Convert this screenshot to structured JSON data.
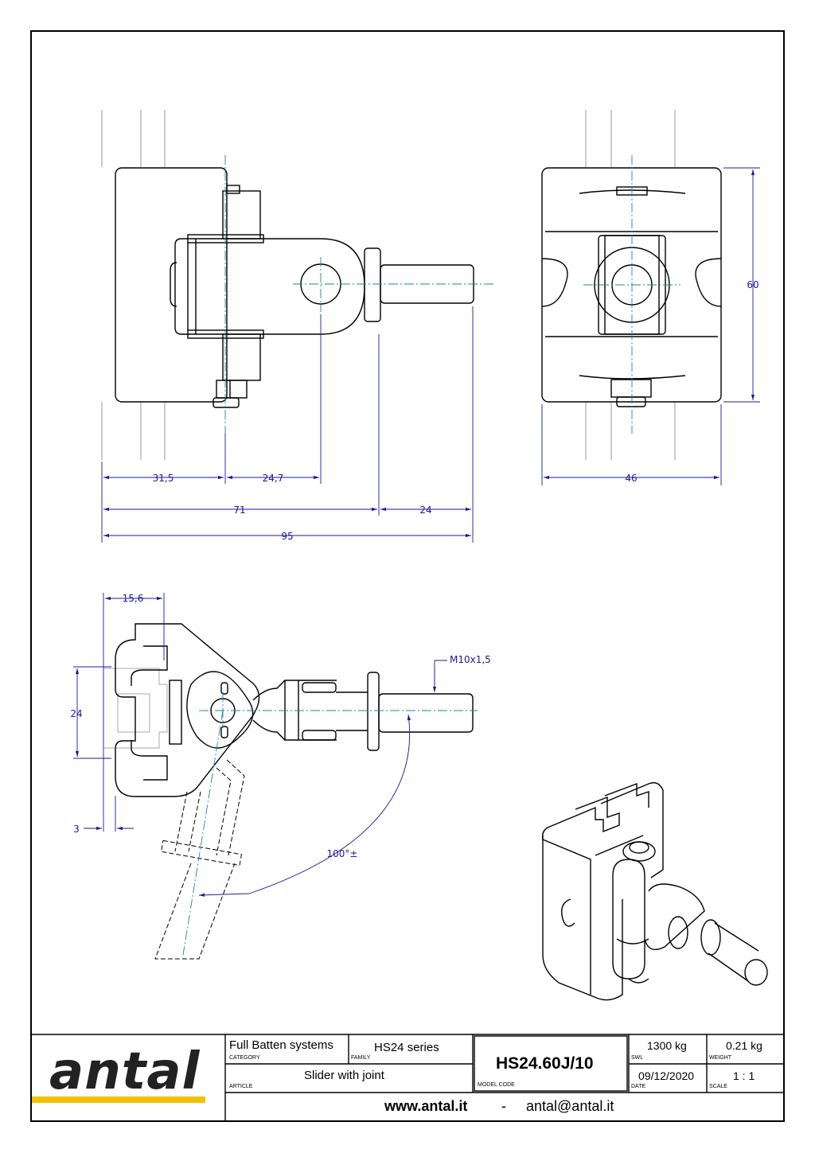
{
  "dimensions": {
    "d31_5": "31,5",
    "d24_7": "24,7",
    "d71": "71",
    "d24a": "24",
    "d95": "95",
    "d60": "60",
    "d46": "46",
    "d15_6": "15,6",
    "d24b": "24",
    "d3": "3",
    "thread": "M10x1,5",
    "angle": "100°±"
  },
  "title_block": {
    "logo": "antal",
    "category_value": "Full Batten systems",
    "category_caption": "CATEGORY",
    "family_value": "HS24 series",
    "family_caption": "FAMILY",
    "article_value": "Slider with joint",
    "article_caption": "ARTICLE",
    "model_code_value": "HS24.60J/10",
    "model_code_caption": "MODEL CODE",
    "swl_value": "1300 kg",
    "swl_caption": "SWL",
    "weight_value": "0.21 kg",
    "weight_caption": "WEIGHT",
    "date_value": "09/12/2020",
    "date_caption": "DATE",
    "scale_value": "1 : 1",
    "scale_caption": "SCALE",
    "website": "www.antal.it",
    "separator": "-",
    "email": "antal@antal.it"
  },
  "colors": {
    "line": "#000000",
    "dimension": "#1a1a9c",
    "centerline": "#1a8a8a",
    "logo_bar": "#f2c200"
  }
}
